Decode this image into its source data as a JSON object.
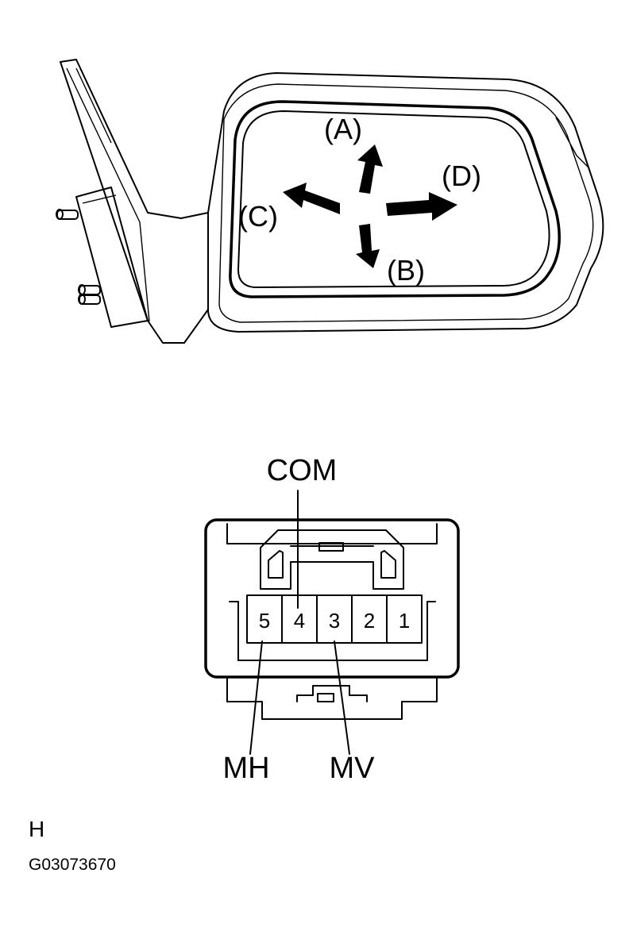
{
  "mirror": {
    "direction_labels": {
      "up": "(A)",
      "down": "(B)",
      "left": "(C)",
      "right": "(D)"
    }
  },
  "connector": {
    "pins": [
      "5",
      "4",
      "3",
      "2",
      "1"
    ],
    "signals": {
      "com": "COM",
      "mh": "MH",
      "mv": "MV"
    }
  },
  "footer": {
    "section": "H",
    "figure_id": "G03073670"
  }
}
